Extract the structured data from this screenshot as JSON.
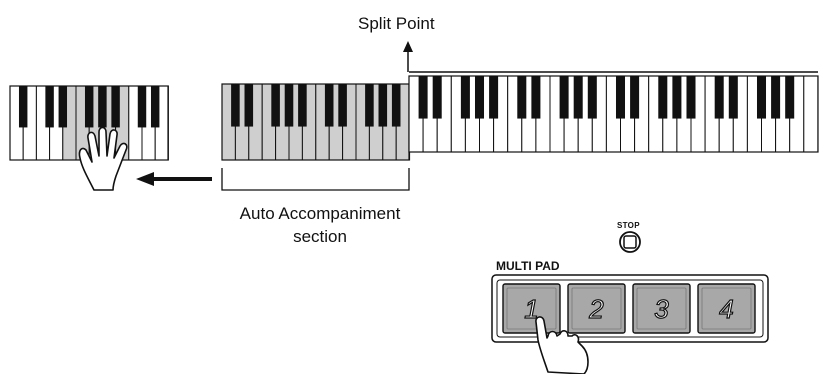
{
  "split_point_label": "Split Point",
  "auto_accompaniment_label_line1": "Auto Accompaniment",
  "auto_accompaniment_label_line2": "section",
  "stop_label": "STOP",
  "multi_pad_label": "MULTI PAD",
  "pads": [
    "1",
    "2",
    "3",
    "4"
  ],
  "colors": {
    "key_shade": "#cfcfcf",
    "pad_fill": "#a8a8a8",
    "outline": "#111111"
  }
}
